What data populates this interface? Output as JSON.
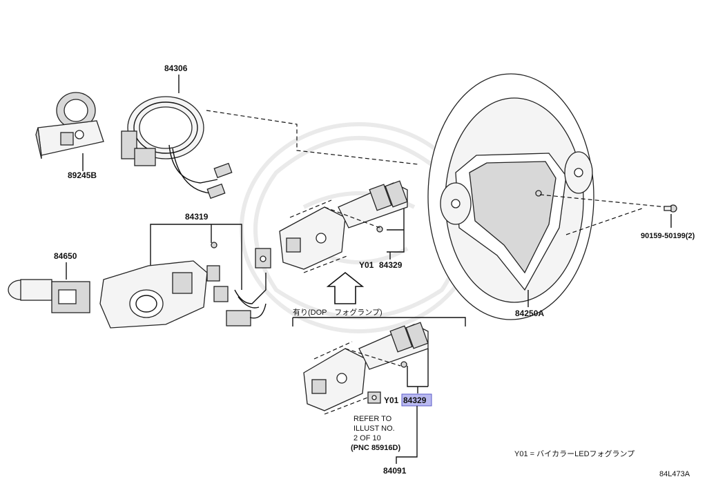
{
  "labels": {
    "p84306": "84306",
    "p89245b": "89245B",
    "p84319": "84319",
    "p84650": "84650",
    "y01_upper_code": "Y01",
    "p84329_upper": "84329",
    "p84250a": "84250A",
    "p90159": "90159-50199(2)",
    "option_note": "有り(DOP　フォグランプ)",
    "y01_lower_code": "Y01",
    "p84329_lower": "84329",
    "refer_line1": "REFER TO",
    "refer_line2": "ILLUST NO.",
    "refer_line3": "2 OF 10",
    "refer_line4": "(PNC  85916D)",
    "p84091": "84091",
    "legend": "Y01 = バイカラーLEDフォグランプ",
    "diagram_code": "84L473A"
  },
  "colors": {
    "highlight": "#b9b9f0",
    "line": "#111111"
  }
}
